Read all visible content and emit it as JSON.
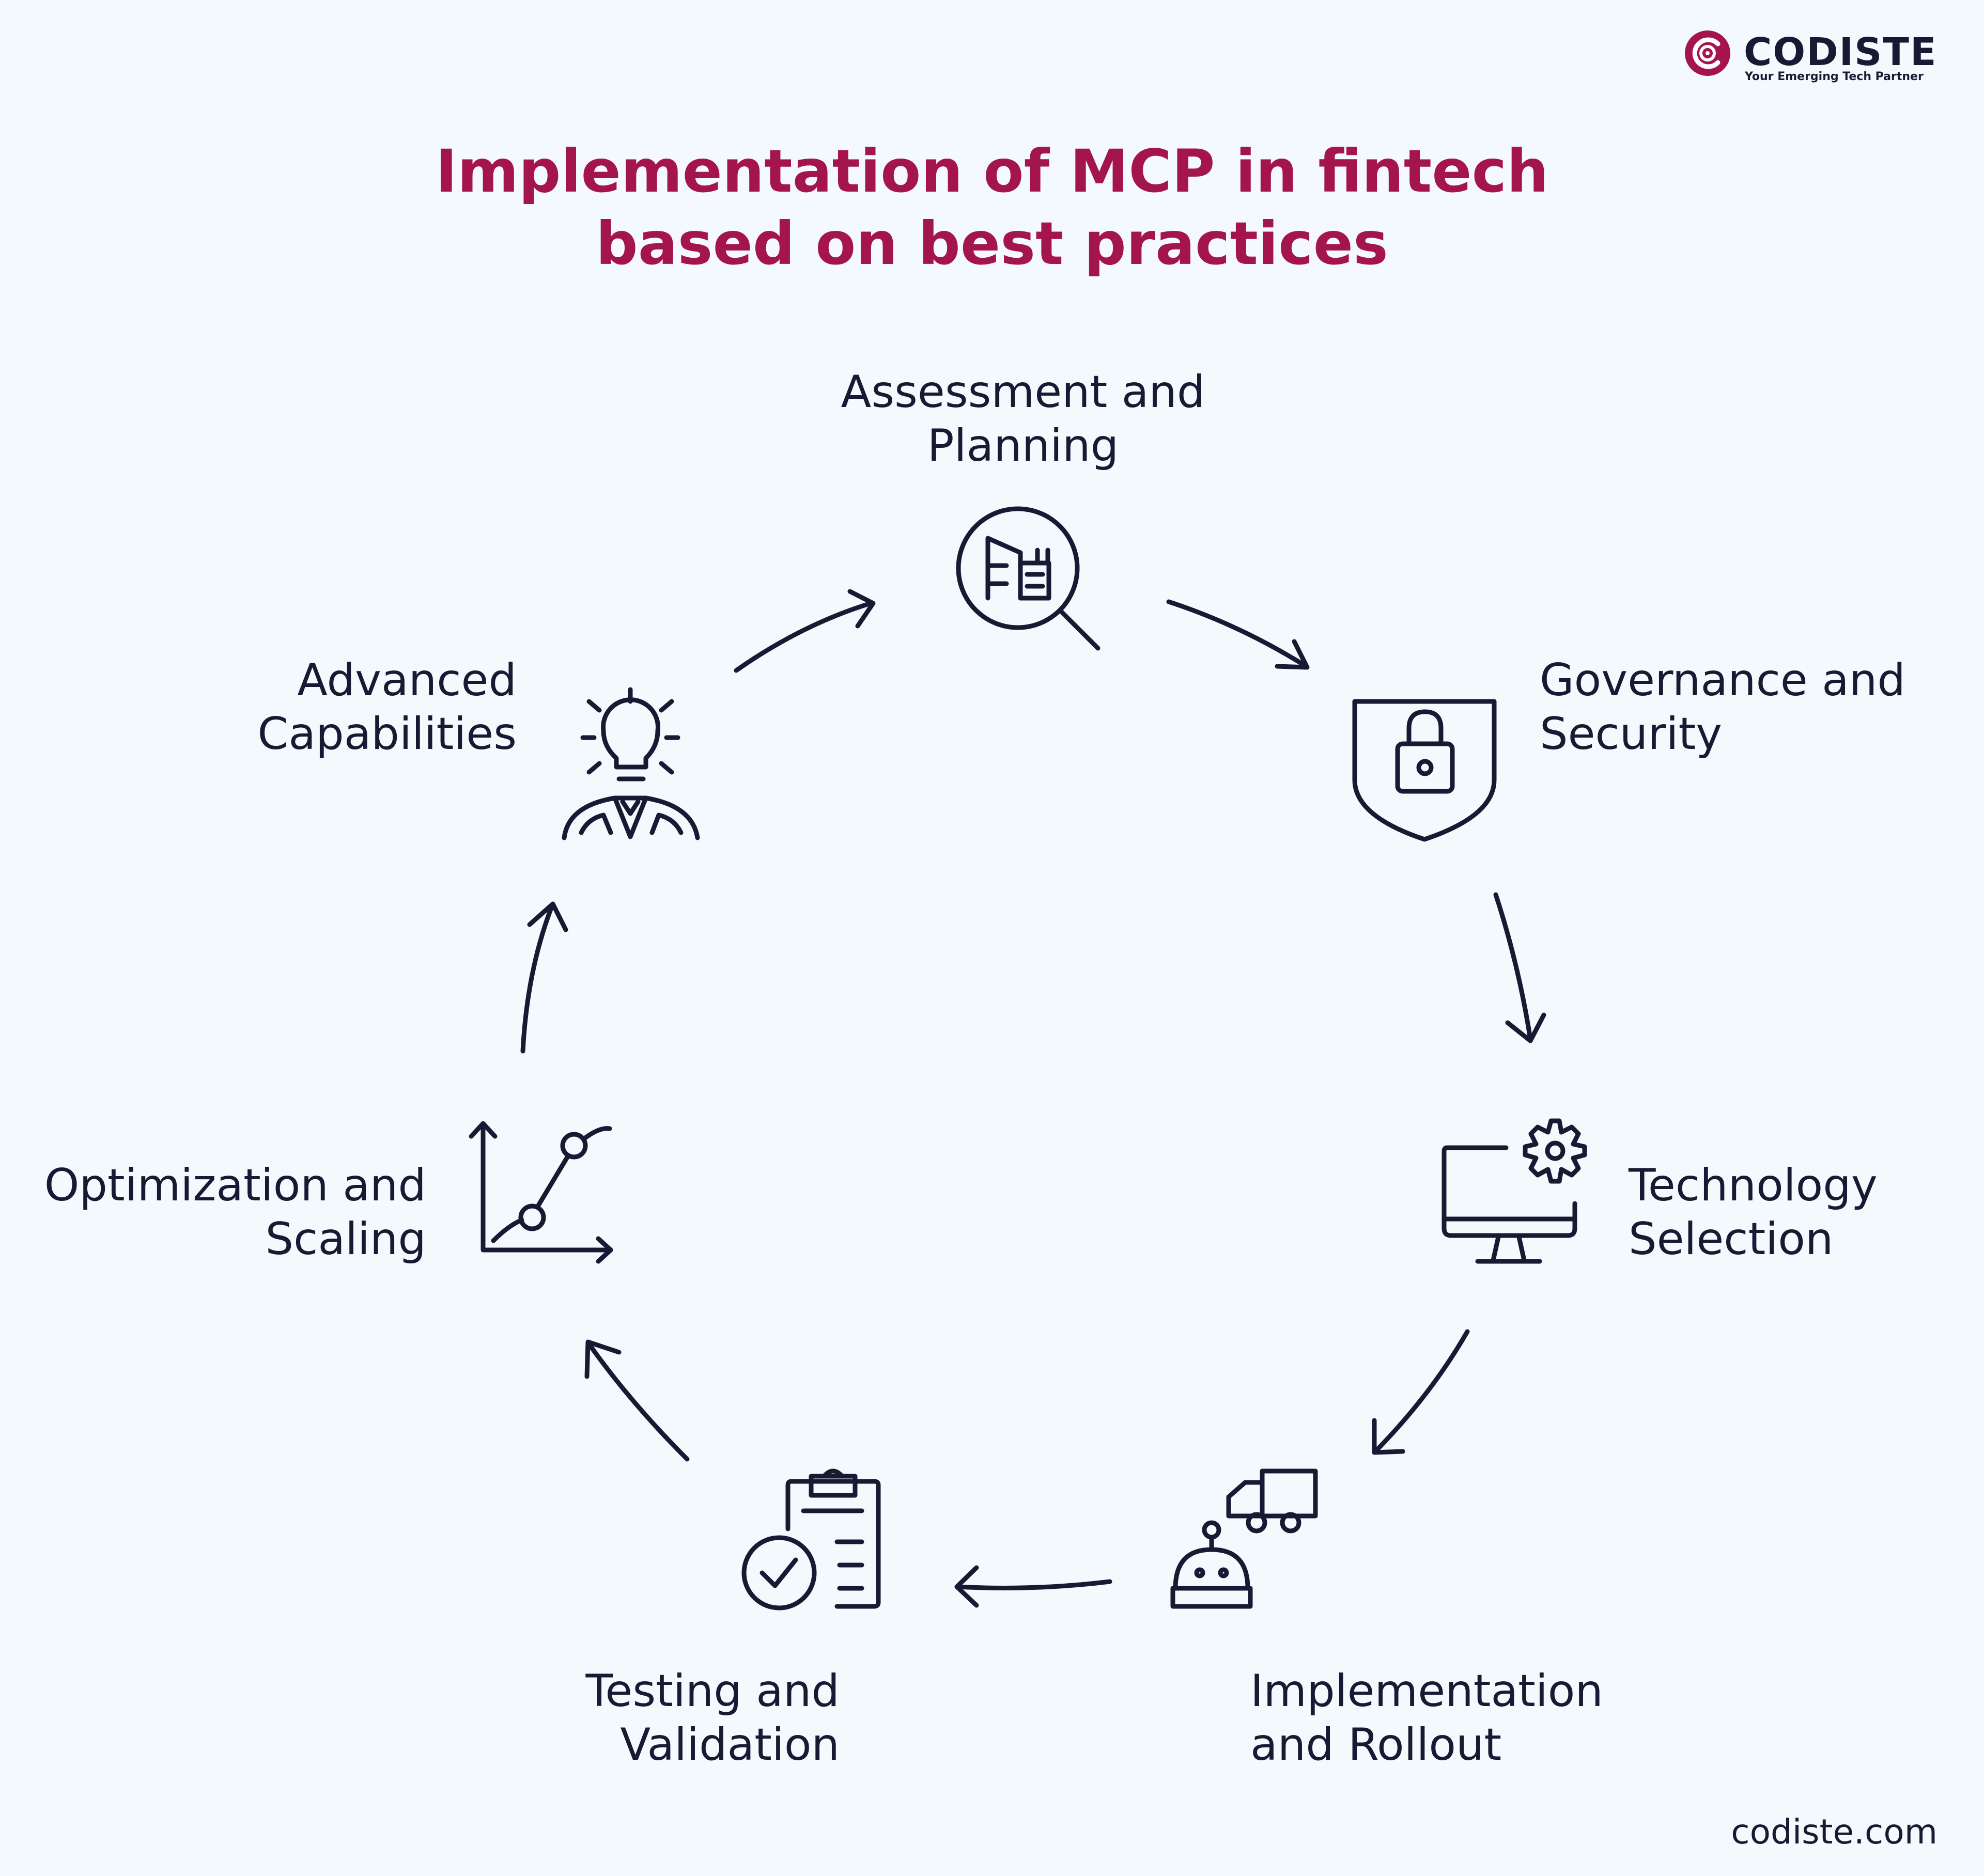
{
  "brand": {
    "name": "CODISTE",
    "tagline": "Your Emerging Tech Partner",
    "color": "#a3154c"
  },
  "title": {
    "line1": "Implementation of MCP in fintech",
    "line2": "based on best practices",
    "color": "#a3154c"
  },
  "steps": [
    {
      "line1": "Assessment and",
      "line2": "Planning",
      "icon": "search-plan-icon"
    },
    {
      "line1": "Governance and",
      "line2": "Security",
      "icon": "shield-lock-icon"
    },
    {
      "line1": "Technology",
      "line2": "Selection",
      "icon": "monitor-gear-icon"
    },
    {
      "line1": "Implementation",
      "line2": "and Rollout",
      "icon": "robot-truck-icon"
    },
    {
      "line1": "Testing and",
      "line2": "Validation",
      "icon": "clipboard-check-icon"
    },
    {
      "line1": "Optimization and",
      "line2": "Scaling",
      "icon": "growth-chart-icon"
    },
    {
      "line1": "Advanced",
      "line2": "Capabilities",
      "icon": "lightbulb-person-icon"
    }
  ],
  "footer": {
    "url": "codiste.com"
  },
  "colors": {
    "ink": "#161b34",
    "background": "#f4f9fd"
  }
}
